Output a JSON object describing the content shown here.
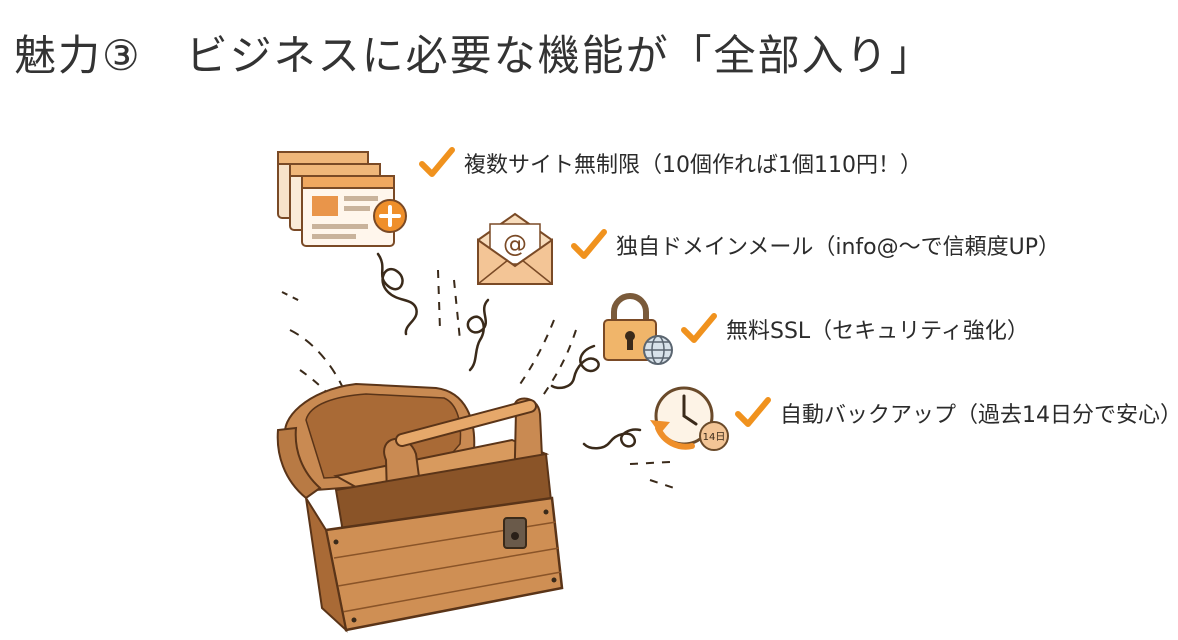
{
  "title": "魅力③　ビジネスに必要な機能が「全部入り」",
  "features": [
    {
      "label": "複数サイト無制限（10個作れば1個110円！）",
      "icon": "website-windows-icon"
    },
    {
      "label": "独自ドメインメール（info@〜で信頼度UP）",
      "icon": "email-envelope-icon"
    },
    {
      "label": "無料SSL（セキュリティ強化）",
      "icon": "padlock-globe-icon"
    },
    {
      "label": "自動バックアップ（過去14日分で安心）",
      "icon": "backup-clock-icon"
    }
  ],
  "backup_badge": "14日",
  "email_symbol": "@",
  "colors": {
    "accent": "#f0921e",
    "wood": "#c98a52",
    "wood_dark": "#7a4a26",
    "text": "#2b2b2b"
  }
}
